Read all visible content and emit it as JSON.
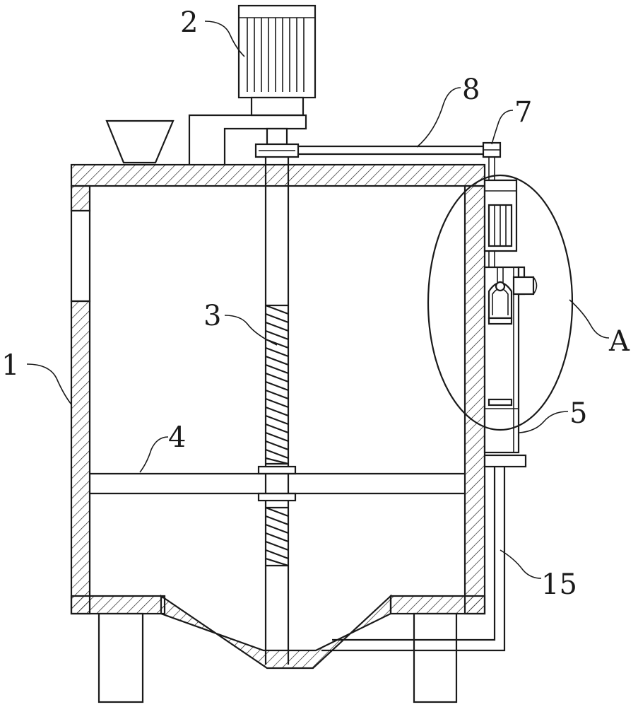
{
  "labels": {
    "tank": "1",
    "motor": "2",
    "screw_shaft": "3",
    "stirring_bar": "4",
    "pump_housing": "5",
    "pulley": "7",
    "belt": "8",
    "pipe": "15",
    "detail_a": "A"
  },
  "colors": {
    "line": "#1a1a1a",
    "background": "#ffffff"
  }
}
